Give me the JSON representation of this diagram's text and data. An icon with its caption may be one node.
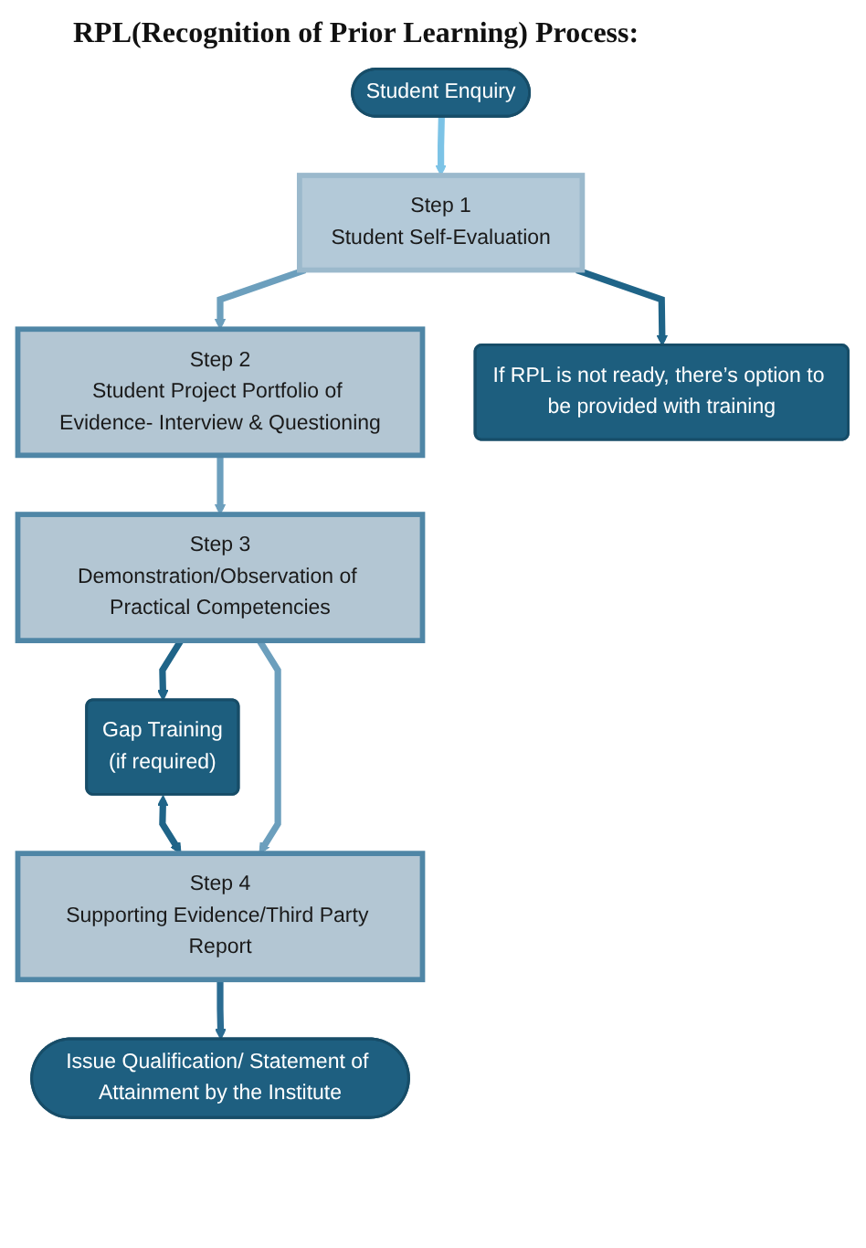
{
  "diagram": {
    "title": "RPL(Recognition of Prior Learning) Process:",
    "nodes": [
      {
        "text": [
          "Student Enquiry"
        ]
      },
      {
        "text": [
          "Step 1",
          "Student Self-Evaluation"
        ]
      },
      {
        "text": [
          "If RPL is not ready, there’s option to be provided with training"
        ]
      },
      {
        "text": [
          "Step 2",
          "Student Project Portfolio of Evidence- Interview & Questioning"
        ]
      },
      {
        "text": [
          "Step 3",
          "Demonstration/Observation of Practical Competencies"
        ]
      },
      {
        "text": [
          "Gap Training",
          "(if required)"
        ]
      },
      {
        "text": [
          "Step 4",
          "Supporting Evidence/Third Party Report"
        ]
      },
      {
        "text": [
          "Issue Qualification/ Statement of Attainment by the Institute"
        ]
      }
    ],
    "edges": [
      {
        "from": 0,
        "to": 1,
        "arrow": "to",
        "color": "#7cc3e6"
      },
      {
        "from": 1,
        "to": 2,
        "arrow": "to",
        "color": "#1f6488"
      },
      {
        "from": 1,
        "to": 3,
        "arrow": "to"
      },
      {
        "from": 3,
        "to": 4,
        "arrow": "to"
      },
      {
        "from": 4,
        "to": 5,
        "arrow": "to",
        "color": "#1f6488"
      },
      {
        "from": 5,
        "to": 6,
        "arrow": "both",
        "color": "#1f6488"
      },
      {
        "from": 4,
        "to": 6,
        "arrow": "to"
      },
      {
        "from": 6,
        "to": 7,
        "arrow": "to",
        "color": "#2b6c92"
      }
    ]
  }
}
